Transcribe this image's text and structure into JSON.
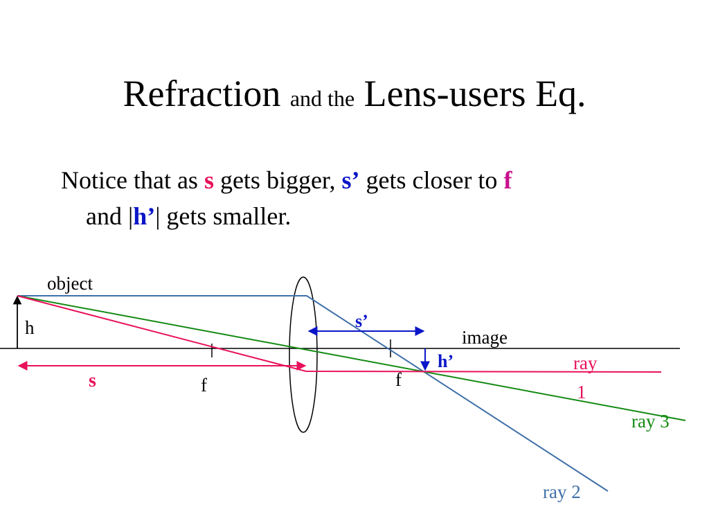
{
  "title": {
    "part1": "Refraction ",
    "part2": "and the",
    "part3": " Lens-users Eq."
  },
  "body": {
    "line1_a": "Notice that as ",
    "s": "s",
    "line1_b": " gets bigger, ",
    "s_prime": "s’",
    "line1_c": " gets closer to ",
    "f": "f",
    "line2_a": "and |",
    "h_prime": "h’",
    "line2_b": "| gets smaller."
  },
  "diagram": {
    "object_label": "object",
    "h_label": "h",
    "s_label": "s",
    "f_left_label": "f",
    "f_right_label": "f",
    "s_prime_label": "s’",
    "image_label": "image",
    "h_prime_label": "h’",
    "ray1_line1": "ray",
    "ray1_line2": "1",
    "ray2_label": "ray 2",
    "ray3_label": "ray 3"
  },
  "colors": {
    "ray1": "#e8115b",
    "ray2": "#3f6fa8",
    "ray3": "#138a13",
    "dimension_blue": "#0b16c8",
    "label_magenta": "#c8108c",
    "label_blue_gray": "#3f6fa8"
  }
}
